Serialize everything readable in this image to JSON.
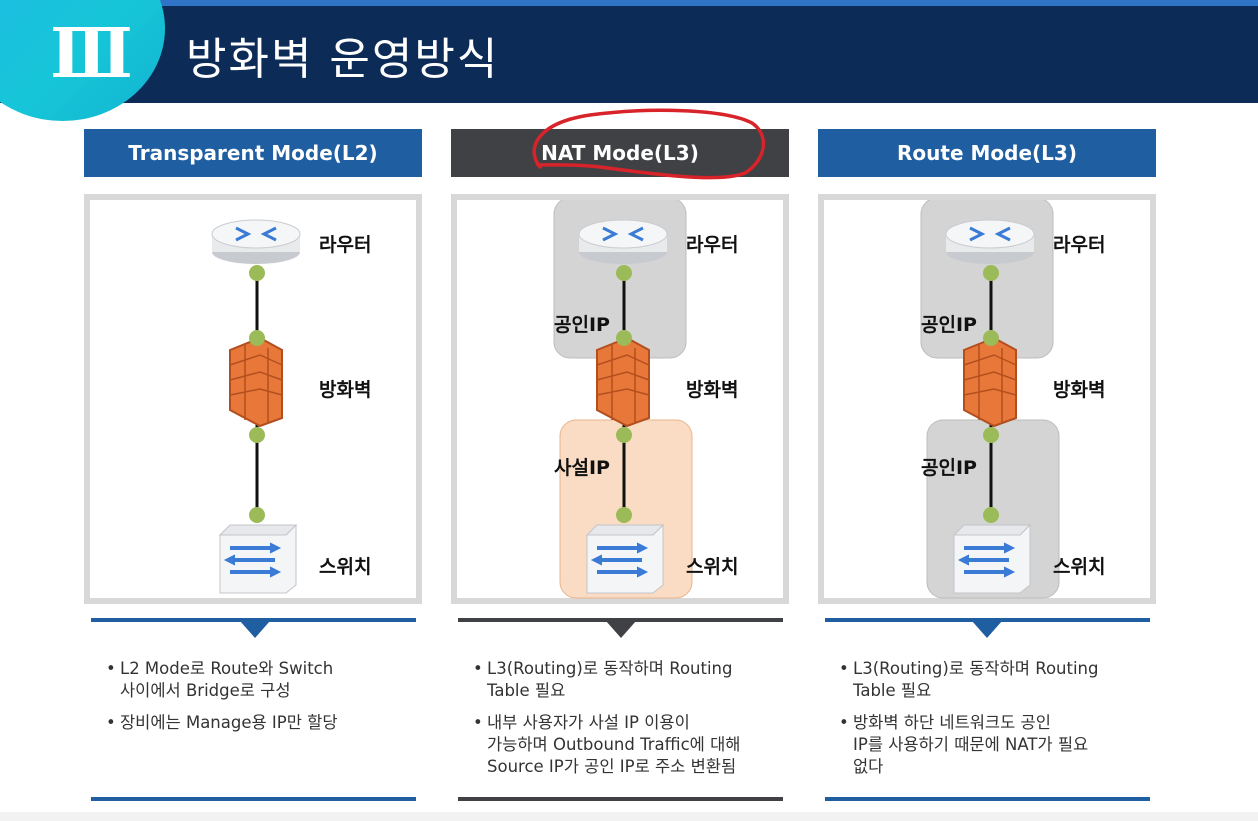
{
  "header": {
    "numeral": "Ⅲ",
    "title": "방화벽 운영방식"
  },
  "colors": {
    "header_bg": "#0d2b57",
    "accent_blue": "#1f5ea0",
    "tab_dark": "#3f4145",
    "annotation_red": "#d8232a",
    "cable_node": "#9bbb59",
    "public_zone": "#d4d4d4",
    "private_zone": "#f9dcc3"
  },
  "modes": [
    {
      "tab": "Transparent Mode(L2)",
      "labels": {
        "router": "라우터",
        "firewall": "방화벽",
        "switch": "스위치"
      },
      "zone_labels": [],
      "bullets": [
        "L2 Mode로 Route와 Switch\n사이에서 Bridge로 구성",
        "장비에는 Manage용 IP만 할당"
      ]
    },
    {
      "tab": "NAT Mode(L3)",
      "labels": {
        "router": "라우터",
        "firewall": "방화벽",
        "switch": "스위치"
      },
      "zone_labels": [
        "공인IP",
        "사설IP"
      ],
      "bullets": [
        "L3(Routing)로 동작하며 Routing\nTable 필요",
        "내부 사용자가 사설 IP 이용이\n가능하며 Outbound Traffic에 대해\nSource IP가 공인 IP로 주소 변환됨"
      ]
    },
    {
      "tab": "Route Mode(L3)",
      "labels": {
        "router": "라우터",
        "firewall": "방화벽",
        "switch": "스위치"
      },
      "zone_labels": [
        "공인IP",
        "공인IP"
      ],
      "bullets": [
        "L3(Routing)로 동작하며 Routing\nTable 필요",
        "방화벽 하단 네트워크도 공인\nIP를 사용하기 때문에 NAT가 필요\n없다"
      ]
    }
  ]
}
